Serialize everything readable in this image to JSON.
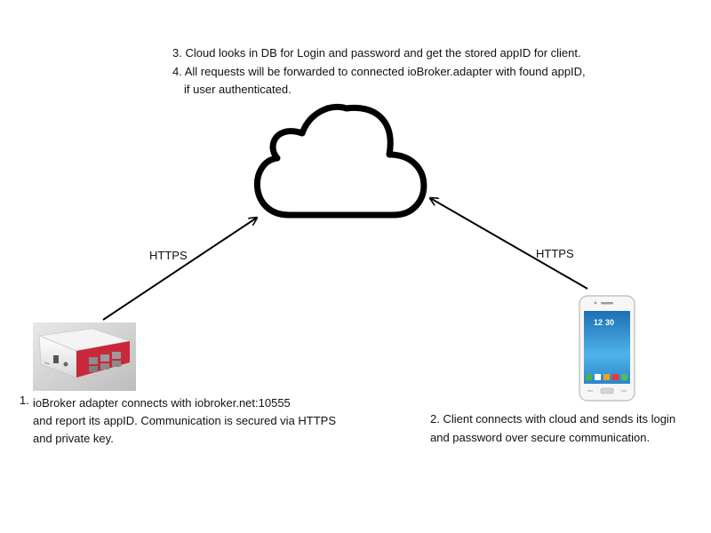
{
  "steps": {
    "step1": {
      "number": "1.",
      "lines": [
        "ioBroker adapter connects with iobroker.net:10555",
        "and report its appID. Communication is secured via HTTPS",
        "and private key."
      ]
    },
    "step2": {
      "lines": [
        "2. Client connects with cloud and sends its login",
        "and password over secure communication."
      ]
    },
    "step3": {
      "text": "3. Cloud looks in DB for Login and password and get the stored appID for client."
    },
    "step4": {
      "lines": [
        "4. All requests will be forwarded to connected ioBroker.adapter with found appID,",
        "if user authenticated."
      ]
    }
  },
  "connections": {
    "left_label": "HTTPS",
    "right_label": "HTTPS"
  },
  "icons": {
    "cloud": "cloud-icon",
    "device": "raspberry-pi-icon",
    "phone": "smartphone-icon"
  },
  "colors": {
    "stroke": "#000000",
    "device_red": "#c8283a",
    "phone_screen": "#3aa0e0"
  }
}
